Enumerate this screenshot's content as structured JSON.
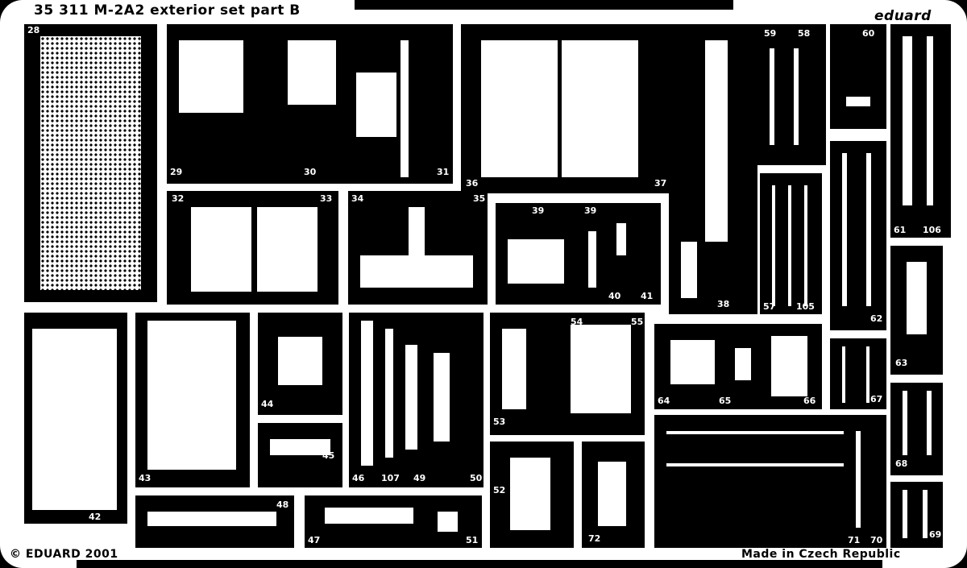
{
  "header": {
    "title": "35 311  M-2A2 exterior set  part B",
    "brand": "eduard"
  },
  "footer": {
    "copyright": "© EDUARD 2001",
    "origin": "Made in Czech Republic"
  },
  "part_numbers": [
    "28",
    "29",
    "30",
    "31",
    "36",
    "37",
    "38",
    "59",
    "58",
    "60",
    "61",
    "106",
    "32",
    "33",
    "34",
    "35",
    "39",
    "39",
    "40",
    "41",
    "57",
    "105",
    "62",
    "63",
    "42",
    "43",
    "44",
    "45",
    "46",
    "107",
    "49",
    "50",
    "53",
    "54",
    "55",
    "64",
    "65",
    "66",
    "67",
    "68",
    "48",
    "47",
    "51",
    "52",
    "72",
    "71",
    "70",
    "69"
  ]
}
